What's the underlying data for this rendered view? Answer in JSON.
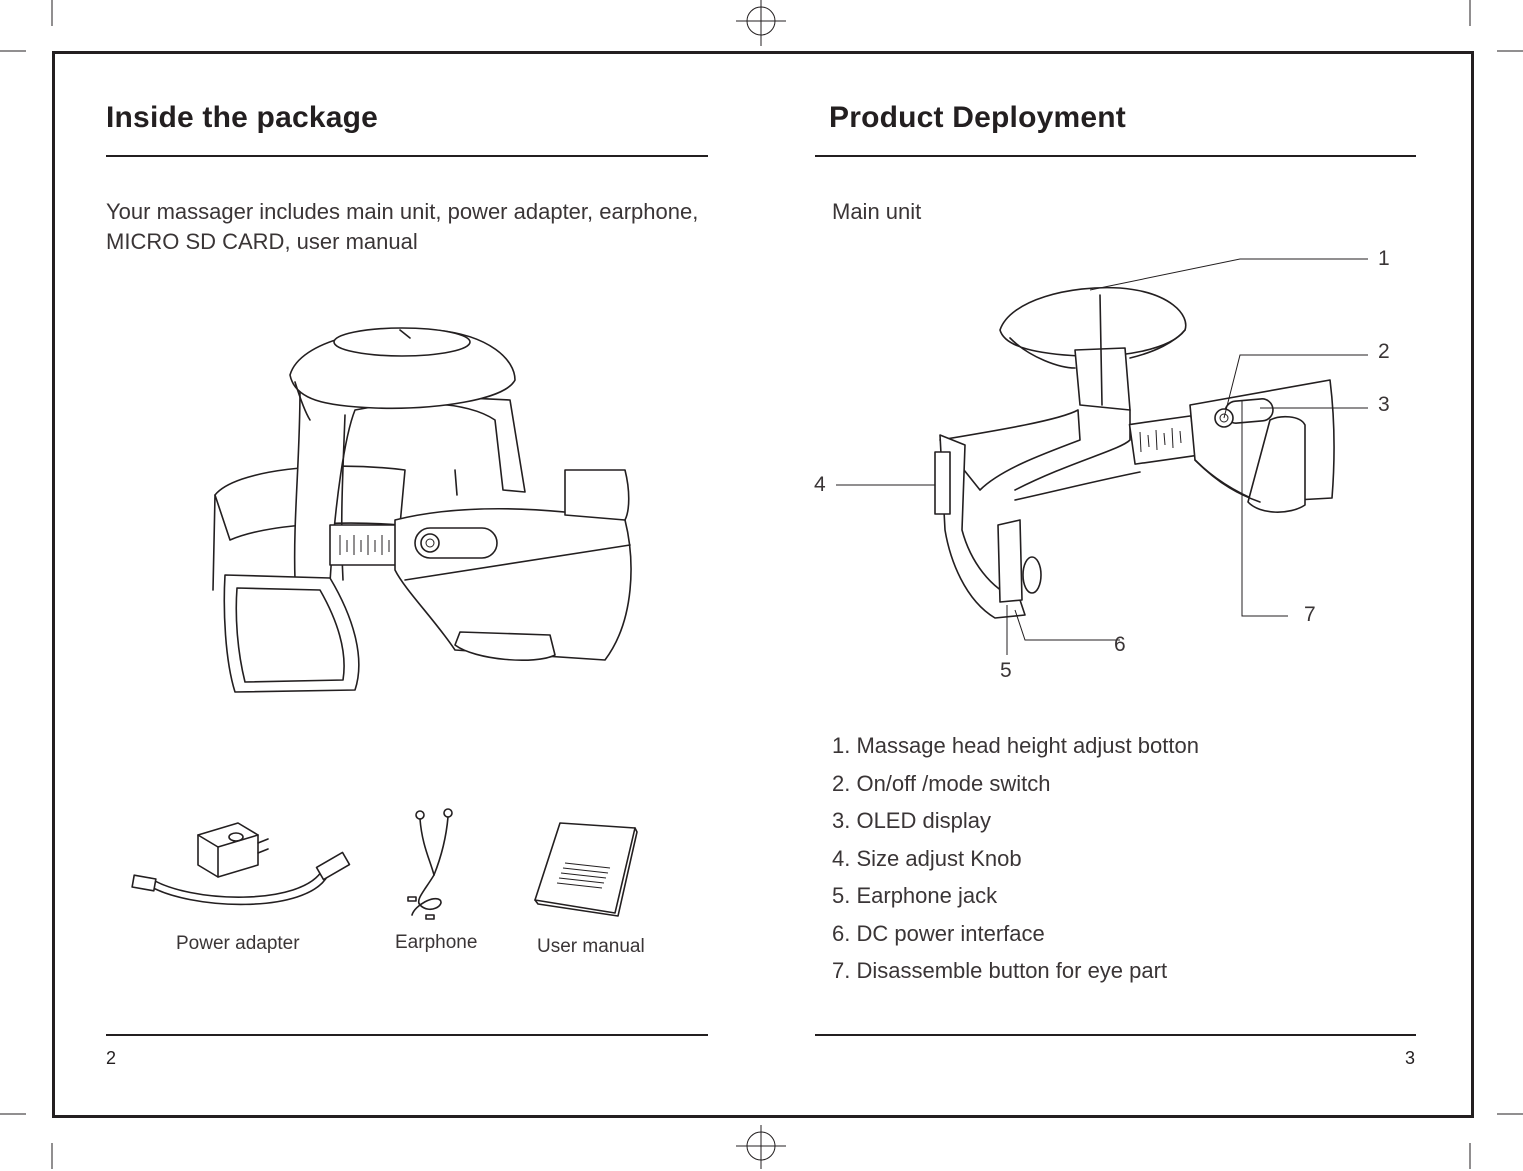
{
  "left_page": {
    "title": "Inside the package",
    "intro_line1": "Your massager includes main unit, power adapter, earphone,",
    "intro_line2": "MICRO SD CARD, user manual",
    "captions": {
      "power_adapter": "Power adapter",
      "earphone": "Earphone",
      "user_manual": "User manual"
    },
    "page_number": "2"
  },
  "right_page": {
    "title": "Product Deployment",
    "subtitle": "Main unit",
    "callouts": [
      "1",
      "2",
      "3",
      "4",
      "5",
      "6",
      "7"
    ],
    "parts": [
      "1. Massage head height adjust botton",
      "2. On/off /mode switch",
      "3. OLED display",
      "4. Size adjust Knob",
      "5. Earphone jack",
      "6. DC power interface",
      "7. Disassemble button for eye part"
    ],
    "page_number": "3"
  },
  "colors": {
    "ink": "#231f20",
    "text": "#3a3536",
    "paper": "#ffffff"
  }
}
